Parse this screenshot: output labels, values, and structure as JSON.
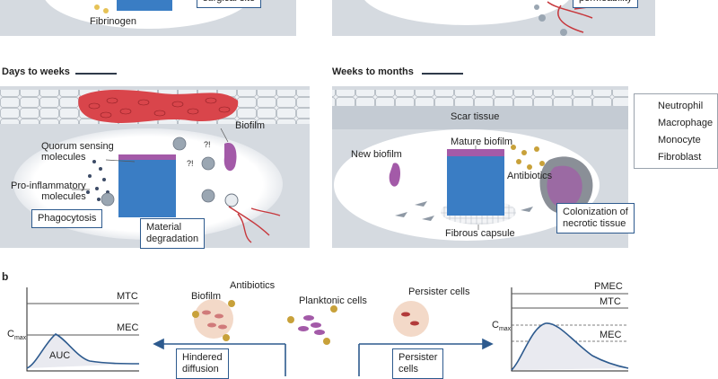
{
  "panel_a": {
    "top_labels": {
      "fibrinogen": "Fibrinogen",
      "surgical_site_fragment": "surgical site",
      "permeability_fragment": "permeability"
    },
    "left_panel": {
      "heading": "Days to weeks",
      "quorum": "Quorum sensing\nmolecules",
      "pro_inflammatory": "Pro-inflammatory\nmolecules",
      "biofilm": "Biofilm",
      "phagocytosis": "Phagocytosis",
      "material_degradation": "Material\ndegradation",
      "question_mark": "?!"
    },
    "right_panel": {
      "heading": "Weeks to months",
      "scar_tissue": "Scar tissue",
      "mature_biofilm": "Mature biofilm",
      "new_biofilm": "New biofilm",
      "antibiotics": "Antibiotics",
      "fibrous_capsule": "Fibrous capsule",
      "colonization": "Colonization of\nnecrotic tissue"
    },
    "legend": [
      {
        "icon": "neutrophil-icon",
        "label": "Neutrophil"
      },
      {
        "icon": "macrophage-icon",
        "label": "Macrophage"
      },
      {
        "icon": "monocyte-icon",
        "label": "Monocyte"
      },
      {
        "icon": "fibroblast-icon",
        "label": "Fibroblast"
      }
    ]
  },
  "panel_b": {
    "letter": "b",
    "left_chart": {
      "mtc": "MTC",
      "mec": "MEC",
      "cmax": "C",
      "cmax_sub": "max",
      "auc": "AUC"
    },
    "middle_left": {
      "biofilm": "Biofilm",
      "antibiotics": "Antibiotics",
      "hindered": "Hindered\ndiffusion"
    },
    "middle_right": {
      "planktonic": "Planktonic cells",
      "persister": "Persister cells",
      "persister_box": "Persister\ncells"
    },
    "right_chart": {
      "pmec": "PMEC",
      "mtc": "MTC",
      "mec": "MEC",
      "cmax": "C",
      "cmax_sub": "max"
    }
  },
  "colors": {
    "accent_line": "#2d5a8e",
    "implant": "#3a7dc4",
    "blood_cells": "#d9454b",
    "biofilm": "#a35aa8",
    "tissue": "#d8dde3",
    "cells": "#eef1f4",
    "antibiotic": "#c8a13a"
  }
}
